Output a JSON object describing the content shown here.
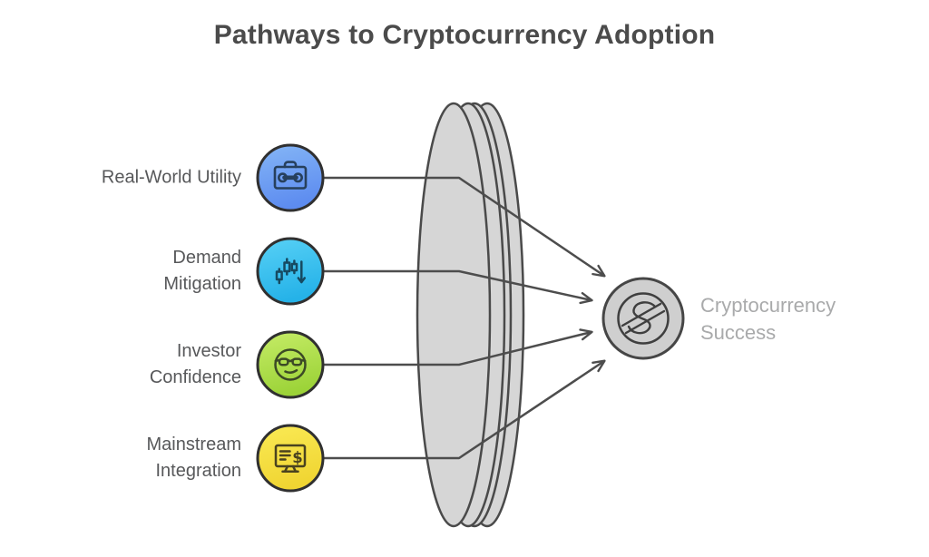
{
  "title": "Pathways to Cryptocurrency Adoption",
  "pathways": [
    {
      "name": "real-world-utility",
      "icon": "toolbox-wrench-icon",
      "lines": [
        "Real-World Utility"
      ],
      "color_top": "#85b6f6",
      "color_bottom": "#5d8cf0"
    },
    {
      "name": "demand-mitigation",
      "icon": "candlestick-decline-icon",
      "lines": [
        "Demand",
        "Mitigation"
      ],
      "color_top": "#58d1f6",
      "color_bottom": "#25b2e8"
    },
    {
      "name": "investor-confidence",
      "icon": "cool-face-sunglasses-icon",
      "lines": [
        "Investor",
        "Confidence"
      ],
      "color_top": "#c6ec67",
      "color_bottom": "#9cd338"
    },
    {
      "name": "mainstream-integration",
      "icon": "monitor-dollar-icon",
      "lines": [
        "Mainstream",
        "Integration"
      ],
      "color_top": "#faea55",
      "color_bottom": "#f0d532"
    }
  ],
  "outcome": {
    "name": "cryptocurrency-success",
    "icon": "stellar-coin-icon",
    "lines": [
      "Cryptocurrency",
      "Success"
    ]
  },
  "icons": {
    "monitor_dollar_text": "$"
  },
  "colors": {
    "background": "#ffffff",
    "title_text": "#4b4b4b",
    "pathway_label_text": "#57585a",
    "outcome_label_text": "#a9aaab",
    "connector_stroke": "#4d4d4d",
    "lens_fill": "#d6d6d6",
    "lens_stroke": "#4a4a4a",
    "coin_fill": "#cfcfcf",
    "coin_stroke": "#464646",
    "circle_outline": "#303030"
  }
}
